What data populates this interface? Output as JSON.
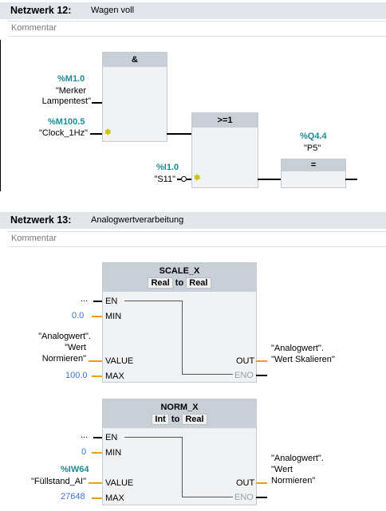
{
  "network12": {
    "label": "Netzwerk 12:",
    "title": "Wagen voll",
    "comment_placeholder": "Kommentar",
    "and_block": {
      "label": "&"
    },
    "input1": {
      "operand": "%M1.0",
      "name_line1": "\"Merker",
      "name_line2": "Lampentest\""
    },
    "input2": {
      "operand": "%M100.5",
      "name": "\"Clock_1Hz\""
    },
    "ge_block": {
      "label": ">=1"
    },
    "input3": {
      "operand": "%I1.0",
      "name": "\"S11\""
    },
    "assign_block": {
      "label": "="
    },
    "output": {
      "operand": "%Q4.4",
      "name": "\"P5\""
    }
  },
  "network13": {
    "label": "Netzwerk 13:",
    "title": "Analogwertverarbeitung",
    "comment_placeholder": "Kommentar",
    "scale_x": {
      "name": "SCALE_X",
      "type_from": "Real",
      "type_to_word": "to",
      "type_to": "Real",
      "en_input": "...",
      "en": "EN",
      "min_value": "0.0",
      "min": "MIN",
      "value_line1": "\"Analogwert\".",
      "value_line2": "\"Wert",
      "value_line3": "Normieren\"",
      "value": "VALUE",
      "max_value": "100.0",
      "max": "MAX",
      "out": "OUT",
      "out_line1": "\"Analogwert\".",
      "out_line2": "\"Wert Skalieren\"",
      "eno": "ENO"
    },
    "norm_x": {
      "name": "NORM_X",
      "type_from": "Int",
      "type_to_word": "to",
      "type_to": "Real",
      "en_input": "...",
      "en": "EN",
      "min_value": "0",
      "min": "MIN",
      "value_operand": "%IW64",
      "value_name": "\"Füllstand_AI\"",
      "value": "VALUE",
      "max_value": "27648",
      "max": "MAX",
      "out": "OUT",
      "out_line1": "\"Analogwert\".",
      "out_line2": "\"Wert",
      "out_line3": "Normieren\"",
      "eno": "ENO"
    }
  },
  "colors": {
    "header": "#e2e6ea",
    "box": "#f1f2f3",
    "box_header": "#c8cfd7",
    "operand": "#1a8c94",
    "constant": "#3b6fd1",
    "pin_wire": "#f39c12"
  }
}
